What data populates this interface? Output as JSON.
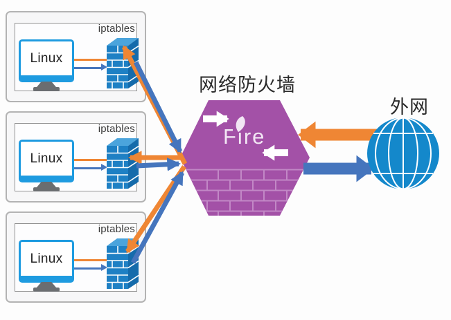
{
  "hosts": [
    {
      "os_label": "Linux",
      "firewall_label": "iptables"
    },
    {
      "os_label": "Linux",
      "firewall_label": "iptables"
    },
    {
      "os_label": "Linux",
      "firewall_label": "iptables"
    }
  ],
  "firewall": {
    "title": "网络防火墙",
    "brand_label": "Fire"
  },
  "external_network": {
    "label": "外网"
  },
  "colors": {
    "inbound_orange": "#ef8634",
    "outbound_blue": "#4575bd",
    "device_blue": "#1e80c4",
    "firewall_purple": "#a351a7",
    "globe_blue": "#1488cb"
  }
}
